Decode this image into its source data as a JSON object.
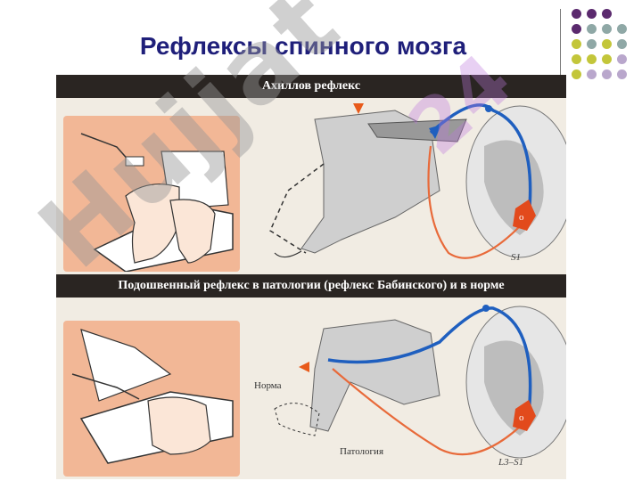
{
  "slide": {
    "title": "Рефлексы спинного мозга"
  },
  "figure": {
    "top_banner": "Ахиллов рефлекс",
    "bottom_banner": "Подошвенный рефлекс в патологии (рефлекс Бабинского) и в норме",
    "top_segment_label": "S1",
    "bottom_segment_label": "L3–S1",
    "norm_label": "Норма",
    "pathology_label": "Патология",
    "neuron_letter_top": "o",
    "neuron_letter_bottom": "o"
  },
  "watermark": {
    "text": "Hujjat",
    "suffix": "24"
  },
  "colors": {
    "title": "#1f1f7a",
    "afferent": "#1f5fbf",
    "efferent": "#e86a3a",
    "motor_neuron": "#e24a1c",
    "banner": "#2a2522",
    "skin": "#f2b796",
    "dot_purple": "#5b2a6e",
    "dot_teal": "#8fa8a6",
    "dot_olive": "#c3c63a",
    "dot_lavender": "#b9a7cc"
  }
}
